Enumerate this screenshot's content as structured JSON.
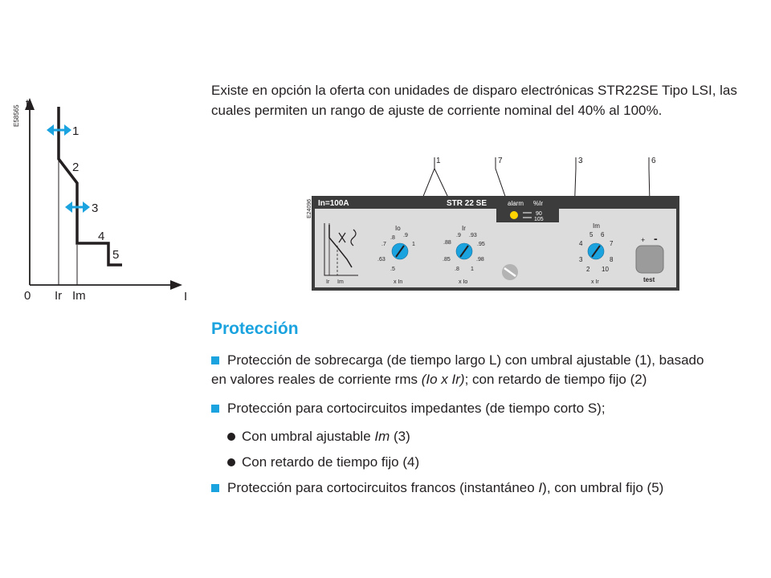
{
  "graph": {
    "code": "E58565",
    "axis_t": "t",
    "axis_i": "I",
    "origin": "0",
    "tick_ir": "Ir",
    "tick_im": "Im",
    "labels": [
      "1",
      "2",
      "3",
      "4",
      "5"
    ],
    "accent": "#1aa3df"
  },
  "intro": "Existe en opción la oferta con unidades de disparo electrónicas STR22SE Tipo LSI, las cuales permiten un rango de ajuste de corriente nominal del 40% al 100%.",
  "panel": {
    "code": "E24096",
    "rating": "In=100A",
    "model": "STR 22 SE",
    "callouts": [
      "1",
      "7",
      "3",
      "6"
    ],
    "alarm": "alarm",
    "pct_ir": "%Ir",
    "alarm_levels": [
      "90",
      "105"
    ],
    "mini_labels": [
      "Ir",
      "Im"
    ],
    "dial_io": {
      "label": "Io",
      "ticks": [
        ".8",
        ".9",
        ".7",
        "1",
        ".63",
        ".5"
      ],
      "unit": "x In"
    },
    "dial_ir": {
      "label": "Ir",
      "ticks": [
        ".9",
        ".93",
        ".88",
        ".95",
        ".85",
        ".98",
        ".8",
        "1"
      ],
      "unit": "x Io"
    },
    "dial_im": {
      "label": "Im",
      "ticks": [
        "5",
        "6",
        "4",
        "7",
        "3",
        "8",
        "2",
        "10"
      ],
      "unit": "x Ir"
    },
    "test_plus": "+",
    "test_minus": "-",
    "test": "test",
    "panel_color": "#3c3c3c",
    "dial_color": "#1aa3df"
  },
  "section_title": "Protección",
  "bullets": {
    "b1_a": "Protección de sobrecarga (de tiempo largo L) con umbral ajustable (1), basado",
    "b1_b_pre": "en valores reales de corriente rms ",
    "b1_b_it": "(Io x Ir)",
    "b1_b_post": "; con retardo de tiempo fijo (2)",
    "b2": "Protección para cortocircuitos impedantes (de tiempo corto S);",
    "s1_pre": "Con umbral ajustable ",
    "s1_it": "Im",
    "s1_post": " (3)",
    "s2": "Con retardo de tiempo fijo (4)",
    "b3_pre": "Protección para cortocircuitos francos (instantáneo ",
    "b3_it": "I",
    "b3_post": "), con umbral fijo (5)"
  }
}
